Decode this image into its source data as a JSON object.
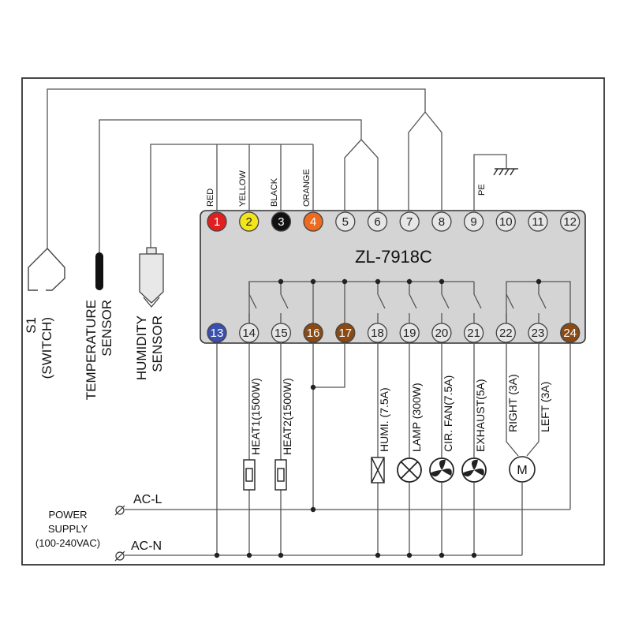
{
  "controller": {
    "model": "ZL-7918C"
  },
  "terminals_top": [
    {
      "num": "1",
      "color": "#e02020",
      "wire_label": "RED"
    },
    {
      "num": "2",
      "color": "#f2e51c",
      "wire_label": "YELLOW"
    },
    {
      "num": "3",
      "color": "#111111",
      "wire_label": "BLACK"
    },
    {
      "num": "4",
      "color": "#ee6a1e",
      "wire_label": "ORANGE"
    },
    {
      "num": "5",
      "color": "#e6e6e6",
      "wire_label": ""
    },
    {
      "num": "6",
      "color": "#e6e6e6",
      "wire_label": ""
    },
    {
      "num": "7",
      "color": "#e6e6e6",
      "wire_label": ""
    },
    {
      "num": "8",
      "color": "#e6e6e6",
      "wire_label": ""
    },
    {
      "num": "9",
      "color": "#e6e6e6",
      "wire_label": "PE"
    },
    {
      "num": "10",
      "color": "#e6e6e6",
      "wire_label": ""
    },
    {
      "num": "11",
      "color": "#e6e6e6",
      "wire_label": ""
    },
    {
      "num": "12",
      "color": "#e6e6e6",
      "wire_label": ""
    }
  ],
  "terminals_bottom": [
    {
      "num": "13",
      "color": "#3a4fae"
    },
    {
      "num": "14",
      "color": "#e6e6e6"
    },
    {
      "num": "15",
      "color": "#e6e6e6"
    },
    {
      "num": "16",
      "color": "#8a4a14"
    },
    {
      "num": "17",
      "color": "#8a4a14"
    },
    {
      "num": "18",
      "color": "#e6e6e6"
    },
    {
      "num": "19",
      "color": "#e6e6e6"
    },
    {
      "num": "20",
      "color": "#e6e6e6"
    },
    {
      "num": "21",
      "color": "#e6e6e6"
    },
    {
      "num": "22",
      "color": "#e6e6e6"
    },
    {
      "num": "23",
      "color": "#e6e6e6"
    },
    {
      "num": "24",
      "color": "#8a4a14"
    }
  ],
  "sensors": {
    "switch": {
      "line1": "S1",
      "line2": "(SWITCH)"
    },
    "temperature": {
      "line1": "TEMPERATURE",
      "line2": "SENSOR"
    },
    "humidity": {
      "line1": "HUMIDITY",
      "line2": "SENSOR"
    }
  },
  "loads": [
    {
      "label": "HEAT1(1500W)",
      "icon": "heater-icon"
    },
    {
      "label": "HEAT2(1500W)",
      "icon": "heater-icon"
    },
    {
      "label": "HUMI. (7.5A)",
      "icon": "humidifier-icon"
    },
    {
      "label": "LAMP (300W)",
      "icon": "lamp-icon"
    },
    {
      "label": "CIR. FAN(7.5A)",
      "icon": "fan-icon"
    },
    {
      "label": "EXHAUST(5A)",
      "icon": "fan-icon"
    },
    {
      "label": "RIGHT (3A)",
      "icon": "motor-icon"
    },
    {
      "label": "LEFT (3A)",
      "icon": "motor-icon"
    }
  ],
  "power": {
    "title_lines": [
      "POWER",
      "SUPPLY",
      "(100-240VAC)"
    ],
    "live": "AC-L",
    "neutral": "AC-N"
  },
  "motor_symbol": "M"
}
